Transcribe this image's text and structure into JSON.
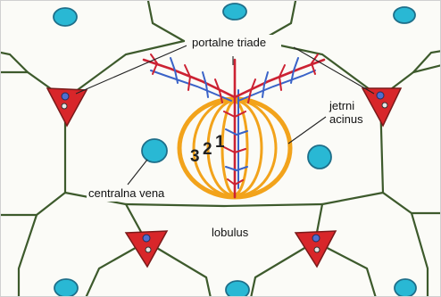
{
  "labels": {
    "portal_triads": "portalne triade",
    "hepatic_acinus_line1": "jetrni",
    "hepatic_acinus_line2": "acinus",
    "central_vein": "centralna vena",
    "lobule": "lobulus"
  },
  "zones": [
    "3",
    "2",
    "1"
  ],
  "colors": {
    "septum": "#3d5a2c",
    "central_vein": "#29b8d4",
    "central_vein_outline": "#1e6f8a",
    "triad": "#d8262a",
    "triad_vessel": "#4f6fd0",
    "artery_branch": "#cc2233",
    "portal_branch": "#3a63c8",
    "acinus_ring": "#f2a31b"
  }
}
